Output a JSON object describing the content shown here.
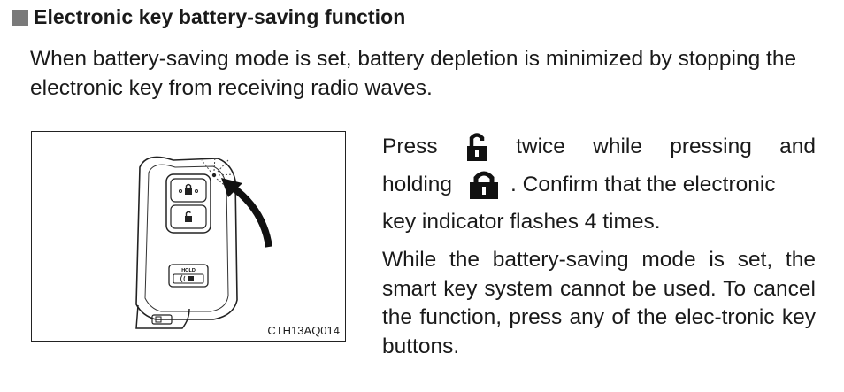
{
  "section": {
    "title": "Electronic key battery-saving function"
  },
  "intro": "When battery-saving mode is set, battery depletion is minimized by stopping the electronic key from receiving radio waves.",
  "instruction": {
    "w_press": "Press",
    "w_twice": "twice",
    "w_while": "while",
    "w_pressing": "pressing",
    "w_and": "and",
    "w_holding": "holding",
    "after_lock": ". Confirm that the electronic",
    "line3": "key indicator flashes 4 times."
  },
  "note": "While the battery-saving mode is set, the smart key system cannot be used. To cancel the function, press any of the elec-tronic key buttons.",
  "figure": {
    "code": "CTH13AQ014",
    "hold_label": "HOLD"
  },
  "icons": [
    "square-bullet-icon",
    "unlock-icon",
    "lock-icon",
    "smart-key-illustration",
    "arrow-icon"
  ]
}
